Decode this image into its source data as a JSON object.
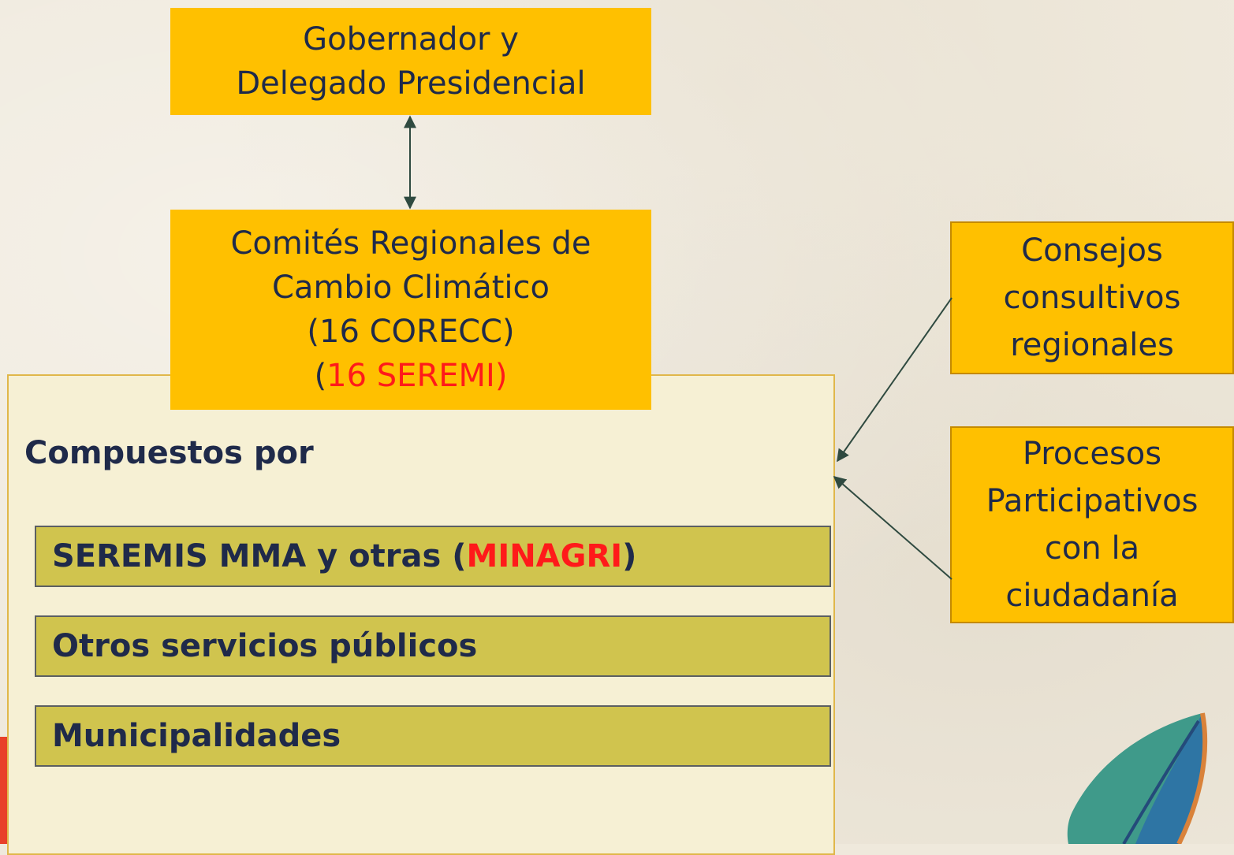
{
  "diagram": {
    "governor": {
      "lines": [
        "Gobernador y",
        "Delegado Presidencial"
      ]
    },
    "committees": {
      "lines": [
        "Comités Regionales de",
        "Cambio Climático",
        "(16 CORECC)"
      ],
      "seremi_open": "(",
      "seremi_text": "16 SEREMI)"
    },
    "composition": {
      "title": "Compuestos por",
      "members": [
        {
          "prefix": "SEREMIS MMA y otras (",
          "highlight": "MINAGRI",
          "suffix": ")"
        },
        {
          "prefix": "Otros servicios públicos",
          "highlight": "",
          "suffix": ""
        },
        {
          "prefix": "Municipalidades",
          "highlight": "",
          "suffix": ""
        }
      ]
    },
    "consejos": {
      "lines": [
        "Consejos",
        "consultivos",
        "regionales"
      ]
    },
    "procesos": {
      "lines": [
        "Procesos",
        "Participativos",
        "con la",
        "ciudadanía"
      ]
    }
  },
  "colors": {
    "box_fill": "#ffc000",
    "panel_fill": "#f6f0d4",
    "member_fill": "#d0c44e",
    "text": "#1f2a4a",
    "highlight": "#ff1a1a",
    "arrow": "#2f4a40"
  }
}
